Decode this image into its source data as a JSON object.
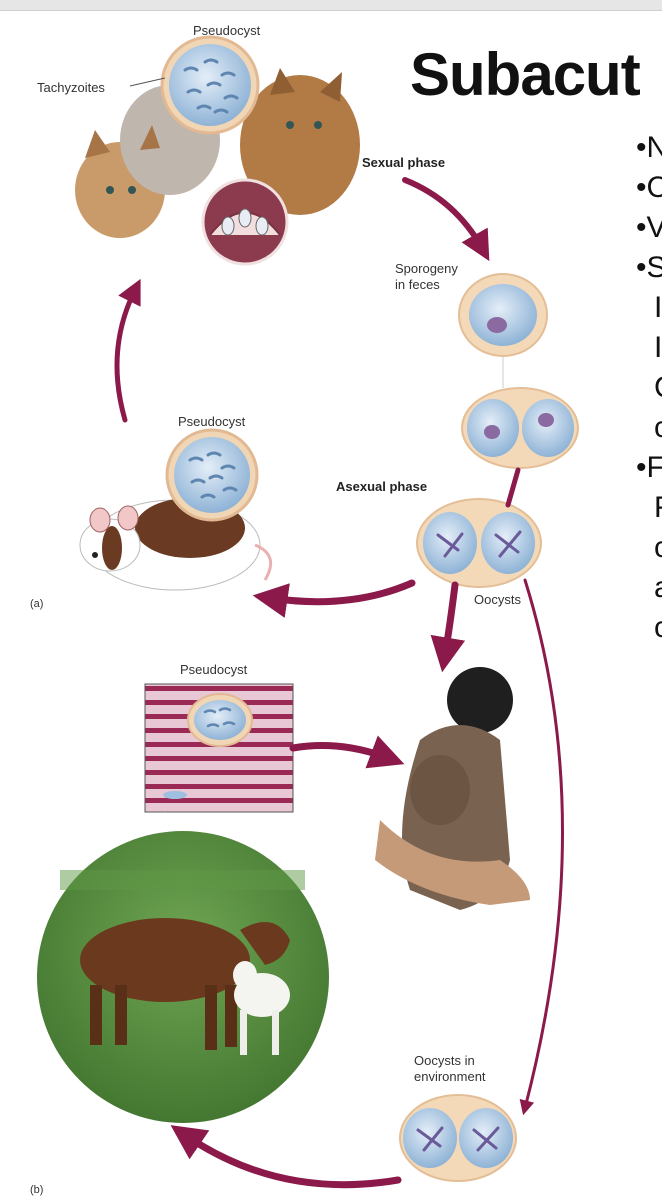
{
  "slide": {
    "title": "Subacut",
    "bullets": [
      {
        "text": "•N",
        "indent": false
      },
      {
        "text": "•C",
        "indent": false
      },
      {
        "text": "•V",
        "indent": false
      },
      {
        "text": "•S",
        "indent": false
      },
      {
        "text": "I",
        "indent": true
      },
      {
        "text": "I",
        "indent": true
      },
      {
        "text": "C",
        "indent": true
      },
      {
        "text": "c",
        "indent": true
      },
      {
        "text": "•F",
        "indent": false
      },
      {
        "text": "F",
        "indent": true
      },
      {
        "text": "c",
        "indent": true
      },
      {
        "text": "a",
        "indent": true
      },
      {
        "text": "c",
        "indent": true
      }
    ]
  },
  "diagram": {
    "labels": {
      "pseudocyst_top": "Pseudocyst",
      "tachyzoites": "Tachyzoites",
      "sexual_phase": "Sexual phase",
      "sporogeny": "Sporogeny\nin feces",
      "pseudocyst_mouse": "Pseudocyst",
      "asexual_phase": "Asexual phase",
      "panel_a": "(a)",
      "oocysts": "Oocysts",
      "pseudocyst_meat": "Pseudocyst",
      "oocysts_env": "Oocysts in\nenvironment",
      "panel_b": "(b)"
    },
    "colors": {
      "arrow": "#8b1a4a",
      "cyst_fill": "#b9d3ea",
      "cyst_rim": "#e9c7a0",
      "grass": "#4f8a3a"
    }
  }
}
